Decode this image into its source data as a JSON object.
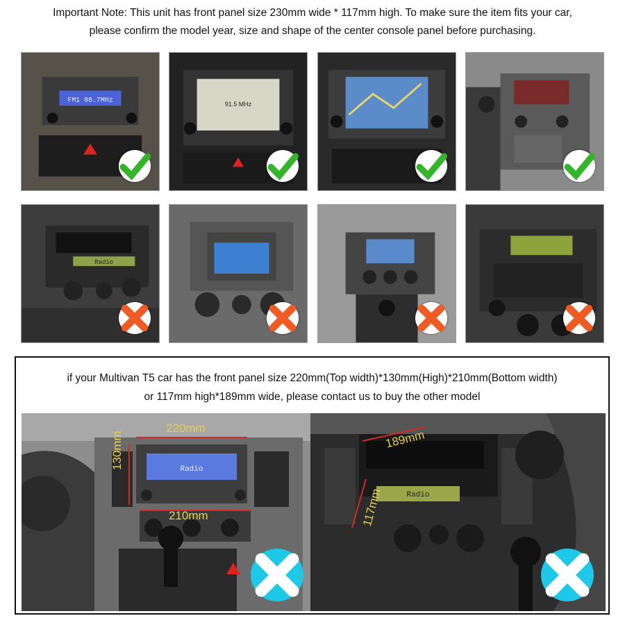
{
  "note": {
    "line1": "Important Note: This unit has front panel size 230mm wide * 117mm high. To make sure the item fits your car,",
    "line2": "please confirm the model year, size and shape of the center console panel before purchasing."
  },
  "tiles": [
    {
      "status": "check",
      "screen": "FM1  88.7MHz"
    },
    {
      "status": "check",
      "screen": "91.5 MHz"
    },
    {
      "status": "check",
      "screen": ""
    },
    {
      "status": "check",
      "screen": ""
    },
    {
      "status": "cross",
      "screen": "Radio"
    },
    {
      "status": "cross",
      "screen": ""
    },
    {
      "status": "cross",
      "screen": ""
    },
    {
      "status": "cross",
      "screen": ""
    }
  ],
  "panel": {
    "line1": "if your Multivan T5 car has the front panel size 220mm(Top width)*130mm(High)*210mm(Bottom width)",
    "line2": "or 117mm high*189mm wide, please contact us to buy the other model",
    "left_photo": {
      "top_width": "220mm",
      "height": "130mm",
      "bottom_width": "210mm",
      "screen": "Radio"
    },
    "right_photo": {
      "width": "189mm",
      "height": "117mm",
      "screen": "Radio"
    }
  },
  "colors": {
    "check": "#33b52a",
    "cross": "#f05a23",
    "bigx": "#1ec8e8",
    "dim": "#e6d24a"
  }
}
